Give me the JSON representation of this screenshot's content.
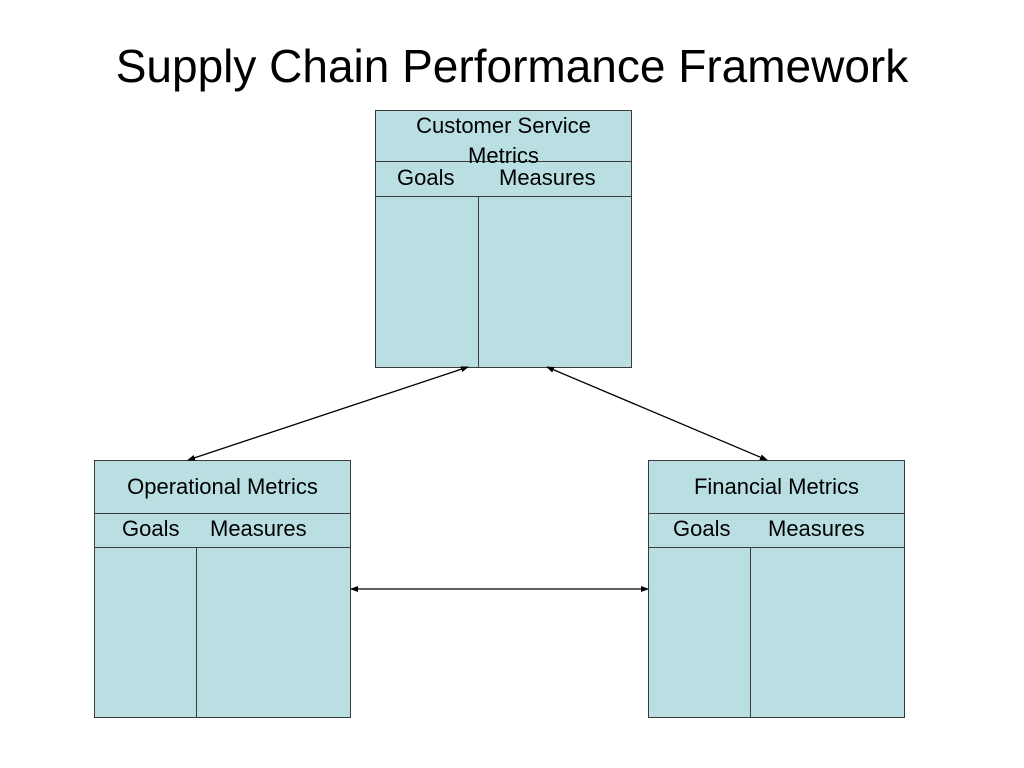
{
  "title": "Supply Chain Performance Framework",
  "boxes": {
    "customer": {
      "title": "Customer Service Metrics",
      "col_left": "Goals",
      "col_right": "Measures"
    },
    "operational": {
      "title": "Operational Metrics",
      "col_left": "Goals",
      "col_right": "Measures"
    },
    "financial": {
      "title": "Financial Metrics",
      "col_left": "Goals",
      "col_right": "Measures"
    }
  },
  "colors": {
    "box_fill": "#b9dfe2",
    "box_border": "#3a3a3a",
    "arrow": "#000000"
  }
}
